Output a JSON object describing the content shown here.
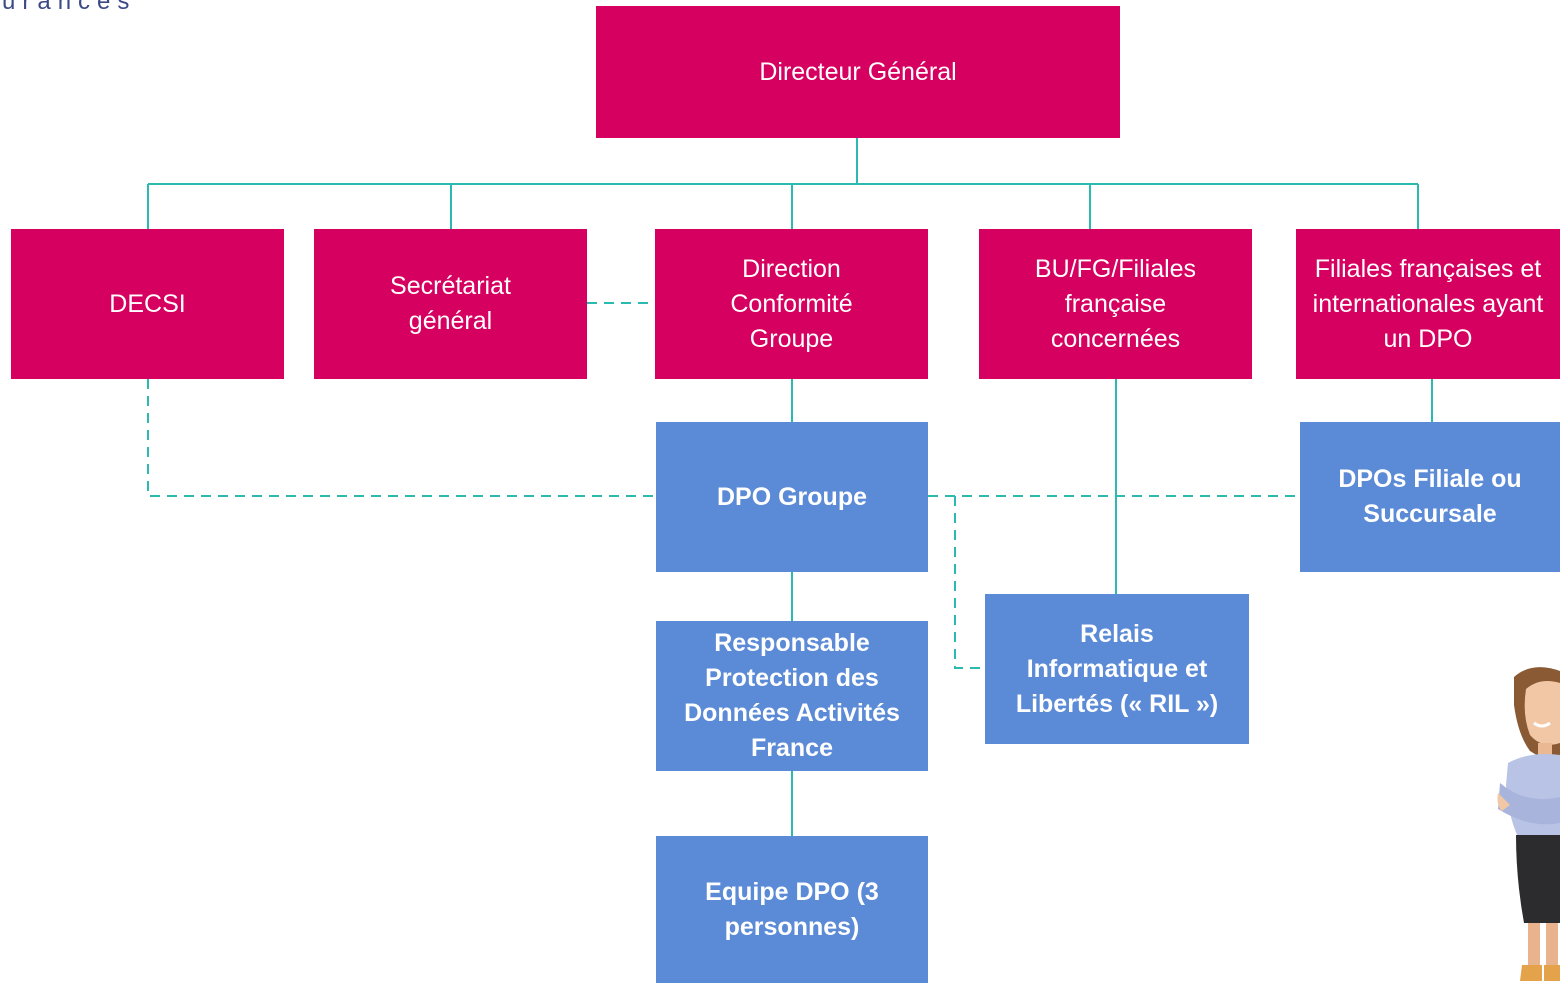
{
  "logo": {
    "text": "urances"
  },
  "colors": {
    "pink": "#d5005f",
    "blue": "#5b8ad6",
    "connector": "#2bbab0"
  },
  "boxes": {
    "directeur": {
      "label": "Directeur Général"
    },
    "decsi": {
      "label": "DECSI"
    },
    "secretariat": {
      "label": "Secrétariat général"
    },
    "conformite": {
      "label": "Direction Conformité Groupe"
    },
    "bu": {
      "label": "BU/FG/Filiales française concernées"
    },
    "filiales": {
      "label": "Filiales françaises et internationales ayant un DPO"
    },
    "dpo_groupe": {
      "label": "DPO Groupe"
    },
    "dpos_filiale": {
      "label": "DPOs Filiale ou Succursale"
    },
    "responsable": {
      "label": "Responsable Protection des Données Activités France"
    },
    "ril": {
      "label": "Relais Informatique et Libertés (« RIL »)"
    },
    "equipe": {
      "label": "Equipe DPO (3 personnes)"
    }
  },
  "illustration": {
    "icon": "businesswoman-illustration"
  }
}
